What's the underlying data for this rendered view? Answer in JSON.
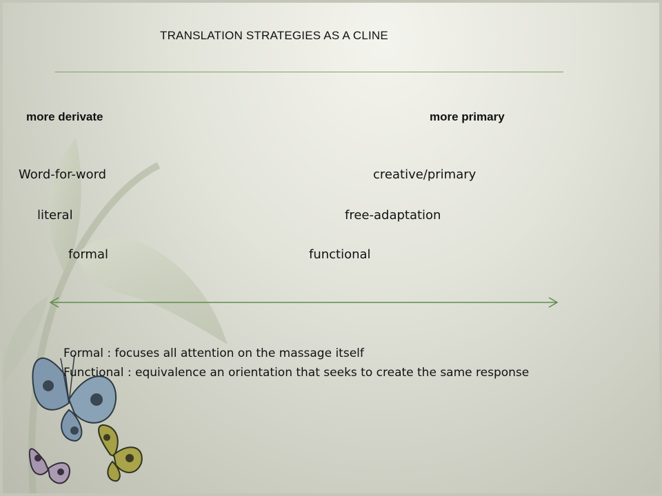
{
  "slide": {
    "title": "TRANSLATION STRATEGIES AS A CLINE",
    "poles": {
      "left": "more derivate",
      "right": "more primary"
    },
    "rows": [
      {
        "left": "Word-for-word",
        "right": "creative/primary"
      },
      {
        "left": "literal",
        "right": "free-adaptation"
      },
      {
        "left": "formal",
        "right": "functional"
      }
    ],
    "definitions": [
      "Formal : focuses all attention on the massage itself",
      "Functional : equivalence an orientation that seeks to create the same response"
    ]
  },
  "decor": {
    "icons": [
      "leaf-icon",
      "butterfly-icon"
    ],
    "accent_color": "#5e8d4b"
  }
}
